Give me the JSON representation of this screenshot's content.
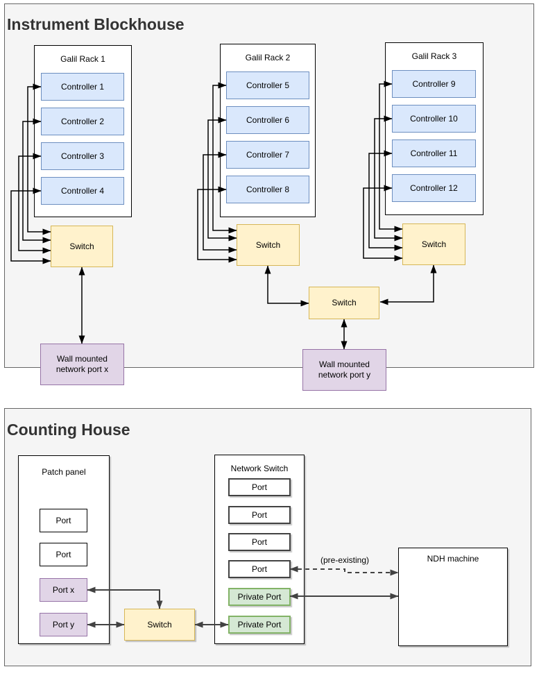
{
  "blockhouse": {
    "title": "Instrument Blockhouse",
    "racks": [
      {
        "label": "Galil Rack 1",
        "controllers": [
          "Controller 1",
          "Controller 2",
          "Controller 3",
          "Controller 4"
        ]
      },
      {
        "label": "Galil Rack 2",
        "controllers": [
          "Controller 5",
          "Controller 6",
          "Controller 7",
          "Controller 8"
        ]
      },
      {
        "label": "Galil Rack 3",
        "controllers": [
          "Controller 9",
          "Controller 10",
          "Controller 11",
          "Controller 12"
        ]
      }
    ],
    "rack_switches": [
      "Switch",
      "Switch",
      "Switch"
    ],
    "central_switch": "Switch",
    "wall_ports": [
      "Wall mounted network port x",
      "Wall mounted network port y"
    ]
  },
  "counting_house": {
    "title": "Counting House",
    "patch_panel": {
      "label": "Patch panel",
      "ports": [
        "Port",
        "Port",
        "Port x",
        "Port y"
      ]
    },
    "switch": "Switch",
    "network_switch": {
      "label": "Network Switch",
      "ports": [
        "Port",
        "Port",
        "Port",
        "Port"
      ],
      "private_ports": [
        "Private Port",
        "Private Port"
      ]
    },
    "ndh_machine": "NDH machine",
    "annotations": {
      "pre_existing": "(pre-existing)"
    }
  },
  "colors": {
    "controller_fill": "#dae8fc",
    "controller_border": "#6c8ebf",
    "switch_fill": "#fff2cc",
    "switch_border": "#d6b656",
    "wall_port_fill": "#e1d5e7",
    "wall_port_border": "#9673a6",
    "private_port_fill": "#d5e8d4",
    "private_port_border": "#82b366",
    "container_fill": "#f5f5f5",
    "container_border": "#666666",
    "connector_black": "#000000",
    "connector_gray": "#424242"
  }
}
